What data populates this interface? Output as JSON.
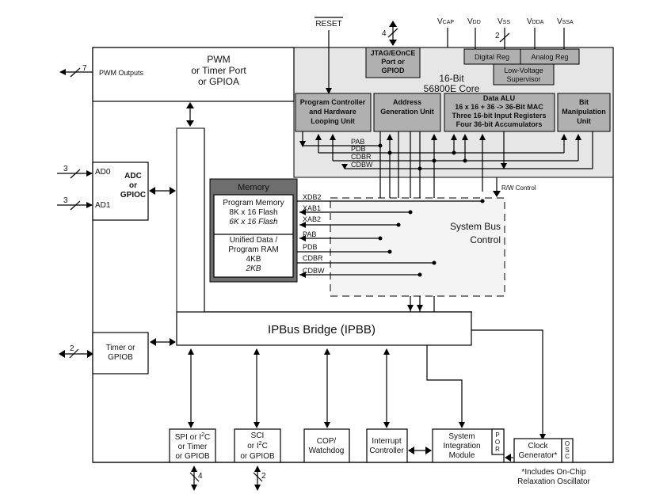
{
  "diagram": {
    "core": {
      "title_line1": "16-Bit",
      "title_line2": "56800E Core",
      "jtag": [
        "JTAG/EOnCE",
        "Port or",
        "GPIOD"
      ],
      "jtag_width": "4",
      "digital_reg": "Digital Reg",
      "analog_reg": "Analog Reg",
      "lvs": [
        "Low-Voltage",
        "Supervisor"
      ],
      "program_controller": [
        "Program Controller",
        "and Hardware",
        "Looping Unit"
      ],
      "agu": [
        "Address",
        "Generation Unit"
      ],
      "alu": [
        "Data ALU",
        "16 x 16 + 36 -> 36-Bit MAC",
        "Three 16-bit Input Registers",
        "Four 36-bit Accumulators"
      ],
      "bmu": [
        "Bit",
        "Manipulation",
        "Unit"
      ],
      "buses": [
        "PAB",
        "PDB",
        "CDBR",
        "CDBW"
      ]
    },
    "power_pins": {
      "vcap": [
        "V",
        "CAP"
      ],
      "vdd": [
        "V",
        "DD"
      ],
      "vss": [
        "V",
        "SS"
      ],
      "vdda": [
        "V",
        "DDA"
      ],
      "vssa": [
        "V",
        "SSA"
      ],
      "vss_width": "2"
    },
    "reset": "RESET",
    "pwm": {
      "label": [
        "PWM",
        "or Timer Port",
        "or GPIOA"
      ],
      "outputs": "PWM Outputs",
      "width": "7"
    },
    "adc": {
      "label": [
        "ADC",
        "or",
        "GPIOC"
      ],
      "ad0": "AD0",
      "ad1": "AD1",
      "ad0_width": "3",
      "ad1_width": "3"
    },
    "memory": {
      "title": "Memory",
      "program": [
        "Program Memory",
        "8K x 16 Flash",
        "6K x 16 Flash"
      ],
      "ram": [
        "Unified Data /",
        "Program RAM",
        "4KB",
        "2KB"
      ],
      "buses": [
        "XDB2",
        "XAB1",
        "XAB2",
        "PAB",
        "PDB",
        "CDBR",
        "CDBW"
      ]
    },
    "system_bus": [
      "System Bus",
      "Control"
    ],
    "rw_control": "R/W Control",
    "ipbus": "IPBus Bridge (IPBB)",
    "timer": {
      "label": [
        "Timer or",
        "GPIOB"
      ],
      "width": "2"
    },
    "peripherals": {
      "spi": [
        "SPI or I",
        "2",
        "C",
        "or Timer",
        "or GPIOB"
      ],
      "spi_width": "4",
      "sci": [
        "SCI",
        "or I",
        "2",
        "C",
        "or GPIOB"
      ],
      "sci_width": "2",
      "cop": [
        "COP/",
        "Watchdog"
      ],
      "interrupt": [
        "Interrupt",
        "Controller"
      ],
      "sim": [
        "System",
        "Integration",
        "Module"
      ],
      "por": [
        "P",
        "O",
        "R"
      ],
      "clock": [
        "Clock",
        "Generator*"
      ],
      "osc": [
        "O",
        "S",
        "C"
      ],
      "footnote": [
        "*Includes On-Chip",
        "Relaxation Oscillator"
      ]
    },
    "colors": {
      "core_bg": "#e6e6e6",
      "unit_fill": "#b0b0b0",
      "memory_frame": "#6e6e6e",
      "sysbus_bg": "#f4f4f4"
    }
  }
}
